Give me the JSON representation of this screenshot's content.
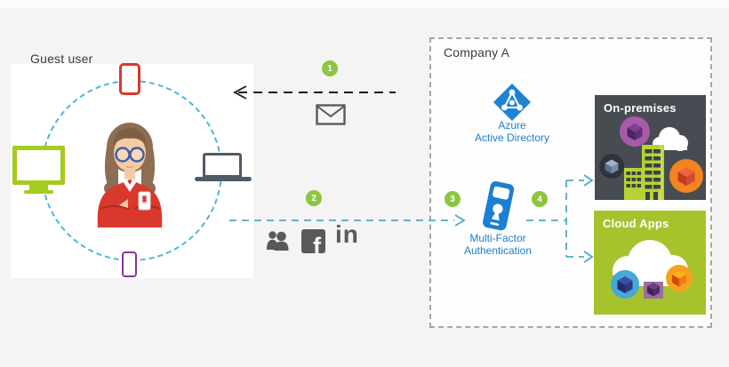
{
  "guest_user": {
    "label": "Guest user",
    "devices": [
      "tablet",
      "monitor",
      "laptop",
      "smartphone"
    ],
    "avatar": "woman-with-glasses-red-jacket"
  },
  "steps": [
    {
      "label": "1"
    },
    {
      "label": "2"
    },
    {
      "label": "3"
    },
    {
      "label": "4"
    }
  ],
  "invite": {
    "icon": "email-envelope-icon"
  },
  "social": {
    "users_icon": "users-icon",
    "facebook_glyph": "f",
    "linkedin_glyph": "in"
  },
  "company": {
    "label": "Company A",
    "azure_ad": {
      "icon": "azure-active-directory-icon",
      "line1": "Azure",
      "line2": "Active Directory"
    },
    "mfa": {
      "icon": "mfa-phone-lock-icon",
      "line1": "Multi-Factor",
      "line2": "Authentication"
    },
    "on_premises": {
      "label": "On-premises",
      "icon": "on-premises-datacenter-illustration"
    },
    "cloud_apps": {
      "label": "Cloud Apps",
      "icon": "cloud-apps-illustration"
    }
  },
  "colors": {
    "background": "#f4f4f4",
    "guest_panel": "#ffffff",
    "step_green": "#8dc63f",
    "azure_blue": "#1e83d3",
    "label_blue": "#1b7fd4",
    "dashed_blue": "#4fa9cb",
    "ring_blue": "#49b7d9",
    "invite_black": "#1a1a1a",
    "device_red": "#d8392c",
    "device_green": "#a3cc1e",
    "device_gray": "#4f5b66",
    "device_purple": "#8b32a0",
    "social_gray": "#595959",
    "on_premises_bg": "#474c52",
    "cloud_apps_bg": "#a6c32e"
  }
}
